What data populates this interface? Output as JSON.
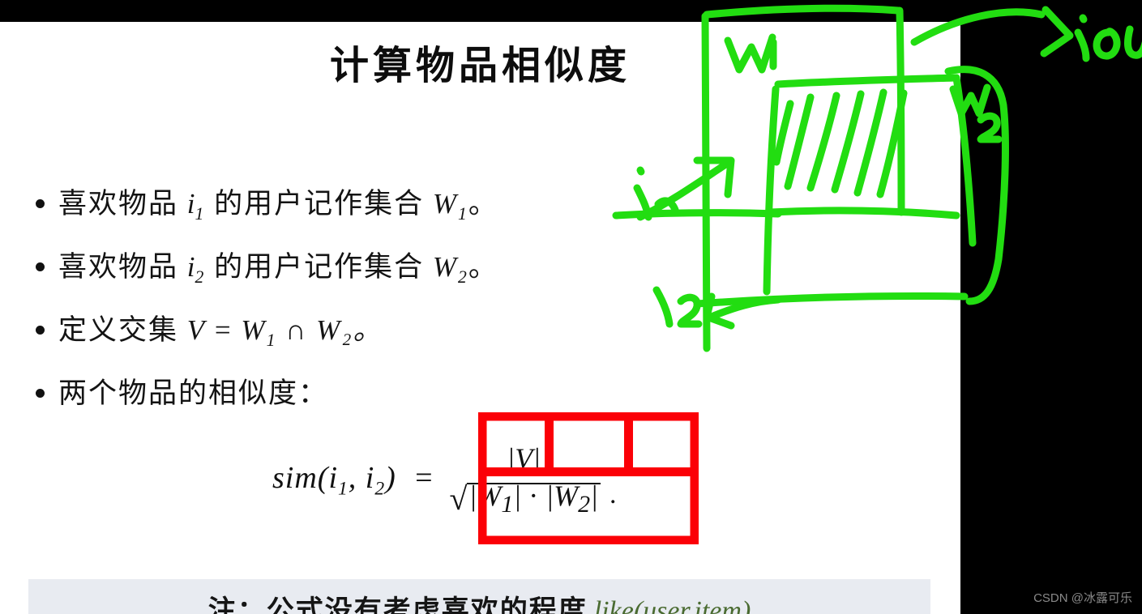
{
  "slide": {
    "title": "计算物品相似度",
    "background_color": "#ffffff",
    "page_background_color": "#000000",
    "bullets": [
      {
        "prefix": "喜欢物品 ",
        "symbol": "i",
        "symbol_sub": "1",
        "middle": " 的用户记作集合 ",
        "set": "W",
        "set_sub": "1",
        "suffix": "。"
      },
      {
        "prefix": "喜欢物品 ",
        "symbol": "i",
        "symbol_sub": "2",
        "middle": " 的用户记作集合 ",
        "set": "W",
        "set_sub": "2",
        "suffix": "。"
      },
      {
        "prefix": "定义交集 ",
        "symbol": "V",
        "symbol_sub": "",
        "middle": " = ",
        "set": "W",
        "set_sub": "1",
        "suffix": " ∩ W₂。"
      },
      {
        "prefix": "两个物品的相似度：",
        "symbol": "",
        "symbol_sub": "",
        "middle": "",
        "set": "",
        "set_sub": "",
        "suffix": ""
      }
    ],
    "formula": {
      "lhs": "sim(i",
      "lhs_sub1": "1",
      "lhs_mid": ", i",
      "lhs_sub2": "2",
      "lhs_end": ")",
      "equals": "=",
      "numerator": "|V|",
      "denominator_sqrt": "√",
      "denominator_left": "|W",
      "denominator_left_sub": "1",
      "denominator_left_close": "|",
      "denominator_dot": "·",
      "denominator_right": "|W",
      "denominator_right_sub": "2",
      "denominator_right_close": "|",
      "trailing_period": "."
    },
    "note": {
      "text": "注：公式没有考虑喜欢的程度",
      "code": "like(user,item)",
      "background_color": "#e8ebf1",
      "code_color": "#4a6b31"
    }
  },
  "annotations": {
    "red_box": {
      "color": "#fb0007",
      "description": "red-rectangle-highlight-over-fraction"
    },
    "ink": {
      "color": "#22dd11",
      "labels": [
        {
          "id": "label-w1",
          "text": "W₁"
        },
        {
          "id": "label-w2",
          "text": "W₂"
        },
        {
          "id": "label-i1",
          "text": "i₁"
        },
        {
          "id": "label-i2",
          "text": "i₂"
        },
        {
          "id": "label-iou",
          "text": "iou"
        }
      ]
    }
  },
  "watermark": {
    "text": "CSDN @冰露可乐"
  }
}
